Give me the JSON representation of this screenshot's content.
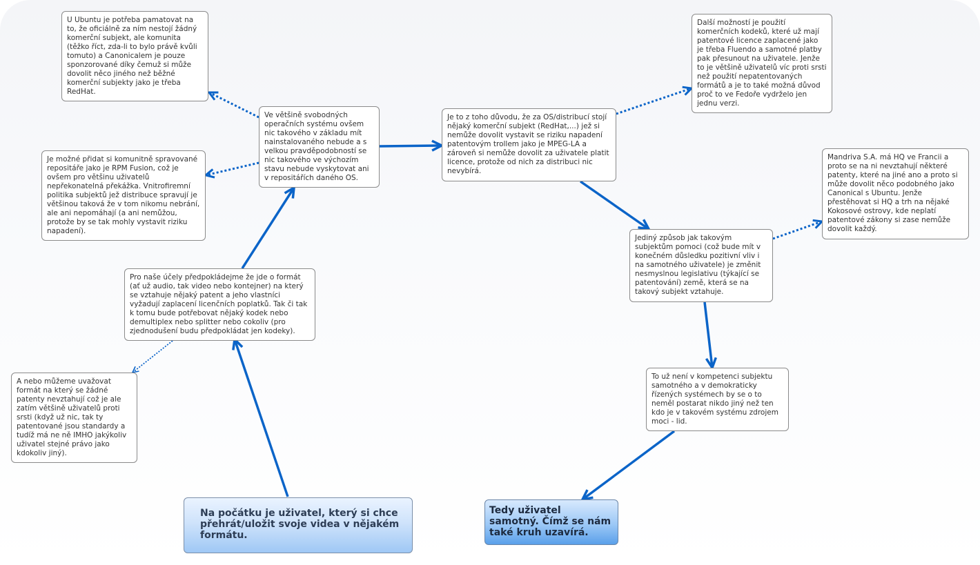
{
  "nodes": {
    "root": "Na počátku je uživatel, který si chce přehrát/uložit svoje videa v nějakém formátu.",
    "format": "Pro naše účely předpokládejme že jde o formát (ať už audio, tak video nebo kontejner) na který se vztahuje nějaký patent a jeho vlastníci vyžadují zaplacení licenčních poplatků. Tak či tak k tomu bude potřebovat nějaký kodek nebo demultiplex nebo splitter nebo cokoliv (pro zjednodušení budu předpokládat jen kodeky).",
    "no_patent": "A nebo můžeme uvažovat formát na který se žádné patenty nevztahují což je ale zatím většině uživatelů proti srsti (když už nic, tak ty patentované jsou standardy a tudíž má ne ně IMHO jakýkoliv uživatel stejné právo jako kdokoliv jiný).",
    "free_os": "Ve většině svobodných operačních systému ovšem nic takového v základu mít nainstalovaného nebude a s velkou pravděpodobností se nic takového ve výchozím stavu nebude vyskytovat ani v repositářích daného OS.",
    "ubuntu": "U Ubuntu je potřeba pamatovat na to, že oficiálně za ním nestojí žádný komerční subjekt, ale komunita (těžko říct, zda-li to bylo právě kvůli tomuto) a Canonicalem je pouze sponzorované díky čemuž si může dovolit něco jiného než běžné komerční subjekty jako je třeba RedHat.",
    "rpm_fusion": "Je možné přidat si komunitně spravované repositáře jako je RPM Fusion, což je ovšem pro většinu uživatelů nepřekonatelná překážka. Vnitrofiremní politika subjektů jež distribuce spravují je většinou taková že v tom nikomu nebrání, ale ani nepomáhají (a ani nemůžou, protože by se tak mohly vystavit riziku napadení).",
    "reason": "Je to z toho důvodu, že za OS/distribucí stojí nějaký komerční subjekt (RedHat,...) jež si nemůže dovolit vystavit se riziku napadení patentovým trollem jako je MPEG-LA a zároveň si nemůže dovolit za uživatele platit licence, protože od nich za distribuci nic nevybírá.",
    "commercial_codecs": "Další možností je použití komerčních kodeků, které už mají patentové licence zaplacené jako je třeba Fluendo a samotné platby pak přesunout na uživatele. Jenže to je většině uživatelů víc proti srsti než použití nepatentovaných formátů a je to také možná důvod proč to ve Fedoře vydrželo jen jednu verzi.",
    "mandriva": "Mandriva S.A. má HQ ve Francii a proto se na ni nevztahují některé patenty, které na jiné ano a proto si může dovolit něco podobného jako Canonical s Ubuntu. Jenže přestěhovat si HQ a trh na nějaké Kokosové ostrovy, kde neplatí patentové zákony si zase nemůže dovolit každý.",
    "legislation": "Jediný způsob jak takovým subjektům pomoci (což bude mít v konečném důsledku pozitivní vliv i na samotného uživatele) je změnit nesmyslnou legislativu (týkající se patentování) země, která se na takový subjekt vztahuje.",
    "competence": "To už není v kompetenci subjektu samotného a v demokraticky řízených systémech by se o to neměl postarat nikdo jiný než ten kdo je v takovém systému zdrojem moci - lid.",
    "end": "Tedy uživatel samotný. Čímž se nám také kruh uzavírá."
  },
  "colors": {
    "link": "#0b64c8"
  }
}
